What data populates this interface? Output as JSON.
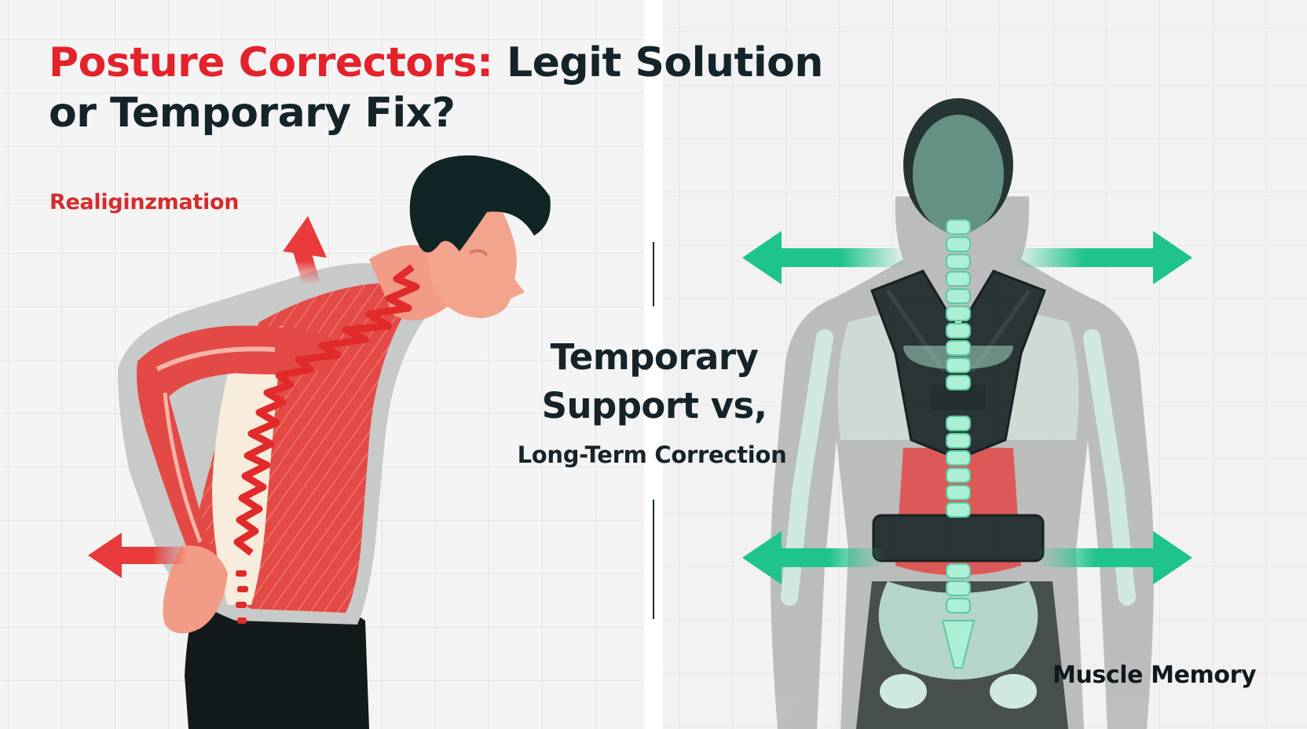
{
  "title": {
    "accent": "Posture Correctors:",
    "rest": "Legit Solution",
    "line2": "or Temporary Fix?"
  },
  "left_label": "Realiginzmation",
  "center": {
    "line1": "Temporary",
    "line2": "Support vs,",
    "subtitle": "Long-Term Correction"
  },
  "right_label": "Muscle Memory",
  "colors": {
    "accent_red": "#e3222c",
    "muscle_red": "#e44a45",
    "arrow_green": "#1fc48a",
    "spine_mint": "#a8efd3",
    "brace_dark": "#1f2b2c",
    "text_dark": "#14242a"
  },
  "icons": {
    "left_up_arrow": "arrow-up-red",
    "left_side_arrow": "arrow-left-red",
    "right_arrows": "double-arrow-green"
  }
}
